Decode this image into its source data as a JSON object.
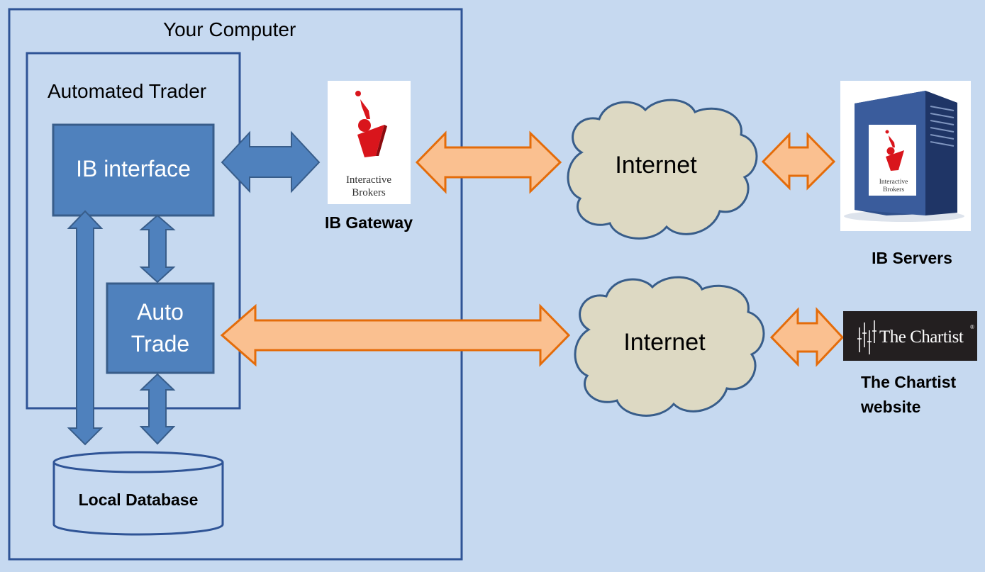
{
  "labels": {
    "your_computer": "Your Computer",
    "automated_trader": "Automated Trader",
    "ib_interface": "IB interface",
    "auto_trade_line1": "Auto",
    "auto_trade_line2": "Trade",
    "local_database": "Local Database",
    "ib_gateway": "IB Gateway",
    "internet_top": "Internet",
    "internet_bottom": "Internet",
    "ib_servers": "IB Servers",
    "chartist_line1": "The Chartist",
    "chartist_line2": "website"
  },
  "logos": {
    "ib_gateway_logo_line1": "Interactive",
    "ib_gateway_logo_line2": "Brokers",
    "ib_server_logo_line1": "Interactive",
    "ib_server_logo_line2": "Brokers",
    "chartist_logo_text": "The Chartist",
    "chartist_logo_mark": "®"
  },
  "colors": {
    "background": "#c6d9f0",
    "frame": "#2f5496",
    "box_fill": "#4f81bd",
    "box_stroke": "#385d8a",
    "orange_fill": "#fac090",
    "orange_stroke": "#e46c0a",
    "cloud_fill": "#ddd9c3",
    "cloud_stroke": "#385d8a",
    "ib_red": "#d9151c"
  }
}
